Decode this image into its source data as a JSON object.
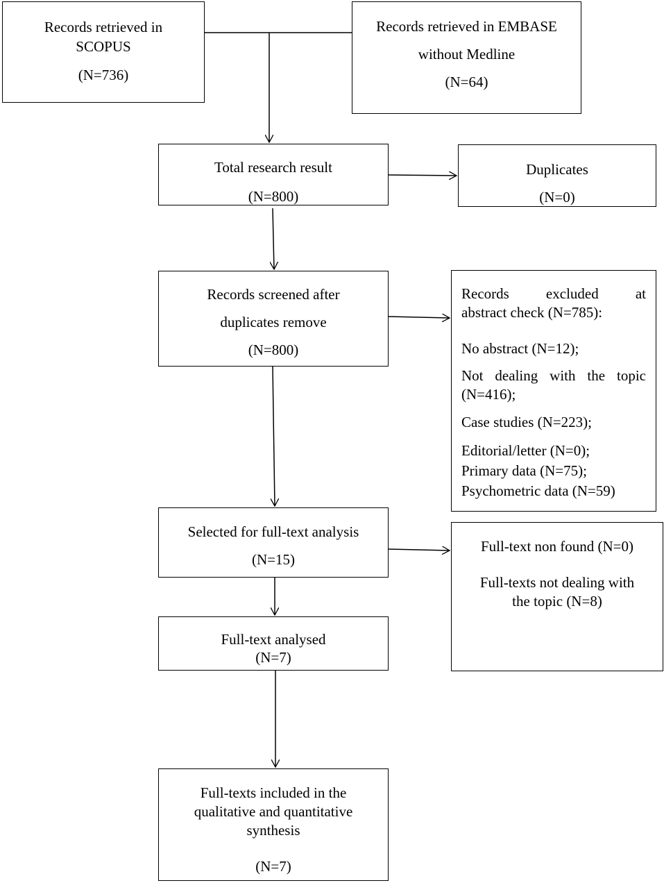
{
  "scopus": {
    "title_line1": "Records retrieved in",
    "title_line2": "SCOPUS",
    "n": "(N=736)"
  },
  "embase": {
    "title_line1": "Records retrieved in EMBASE",
    "title_line2": "without Medline",
    "n": "(N=64)"
  },
  "total": {
    "title": "Total research result",
    "n": "(N=800)"
  },
  "duplicates": {
    "title": "Duplicates",
    "n": "(N=0)"
  },
  "screened": {
    "title_line1": "Records screened after",
    "title_line2": "duplicates remove",
    "n": "(N=800)"
  },
  "excluded": {
    "heading_line1": "Records excluded at",
    "heading_line2": "abstract check (N=785):",
    "items": [
      "No abstract (N=12);",
      "Not dealing with the topic",
      "(N=416);",
      "Case studies (N=223);",
      "Editorial/letter (N=0);",
      "Primary data (N=75);",
      "Psychometric data (N=59)"
    ]
  },
  "selected": {
    "title": "Selected for full-text analysis",
    "n": "(N=15)"
  },
  "fulltext_excl": {
    "line1": "Full-text non found (N=0)",
    "line2": "Full-texts not dealing with",
    "line3": "the topic (N=8)"
  },
  "analysed": {
    "title": "Full-text analysed",
    "n": "(N=7)"
  },
  "included": {
    "line1": "Full-texts included in the",
    "line2": "qualitative and quantitative",
    "line3": "synthesis",
    "n": "(N=7)"
  }
}
